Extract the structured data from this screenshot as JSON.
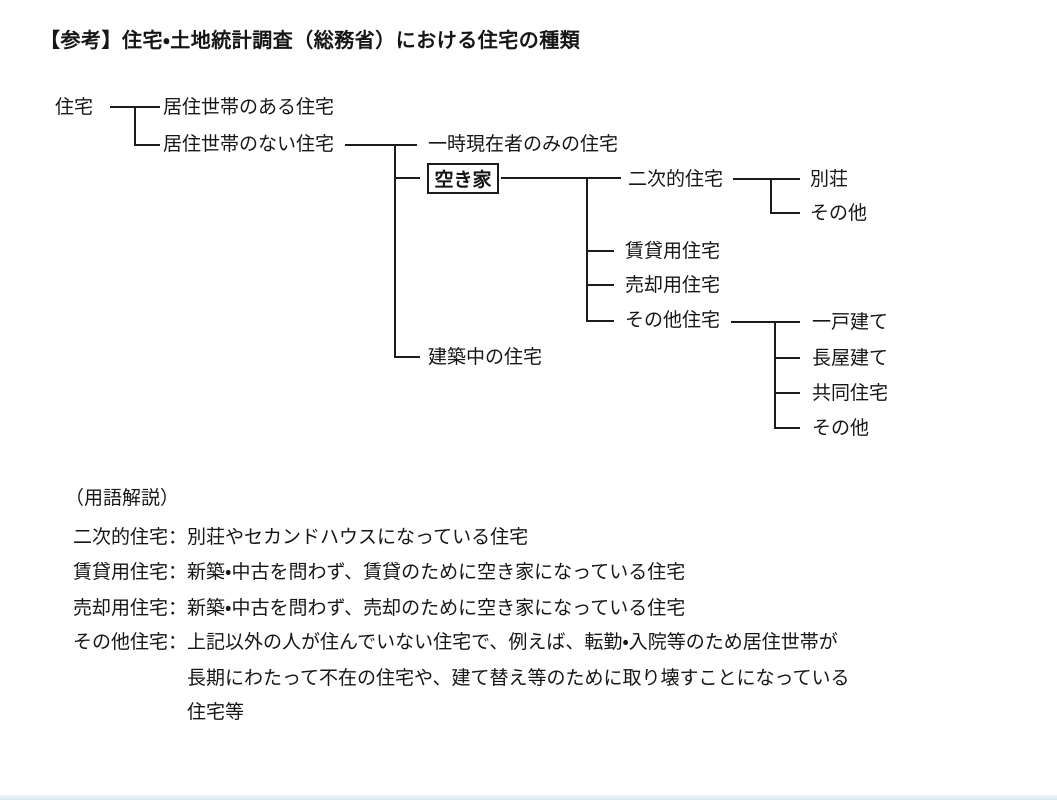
{
  "title": "【参考】住宅・土地統計調査（総務省）における住宅の種類",
  "tree": {
    "root": "住宅",
    "occupied": "居住世帯のある住宅",
    "unoccupied": "居住世帯のない住宅",
    "temporary_residents_only": "一時現在者のみの住宅",
    "vacant": "空き家",
    "under_construction": "建築中の住宅",
    "secondary": "二次的住宅",
    "villa": "別荘",
    "secondary_other": "その他",
    "for_rent": "賃貸用住宅",
    "for_sale": "売却用住宅",
    "other_housing": "その他住宅",
    "detached": "一戸建て",
    "row_house": "長屋建て",
    "apartment": "共同住宅",
    "other_housing_other": "その他"
  },
  "glossary": {
    "heading": "（用語解説）",
    "separator": "：",
    "entries": [
      {
        "term": "二次的住宅",
        "lines": [
          "別荘やセカンドハウスになっている住宅"
        ]
      },
      {
        "term": "賃貸用住宅",
        "lines": [
          "新築・中古を問わず、賃貸のために空き家になっている住宅"
        ]
      },
      {
        "term": "売却用住宅",
        "lines": [
          "新築・中古を問わず、売却のために空き家になっている住宅"
        ]
      },
      {
        "term": "その他住宅",
        "lines": [
          "上記以外の人が住んでいない住宅で、例えば、転勤・入院等のため居住世帯が",
          "長期にわたって不在の住宅や、建て替え等のために取り壊すことになっている",
          "住宅等"
        ]
      }
    ]
  }
}
